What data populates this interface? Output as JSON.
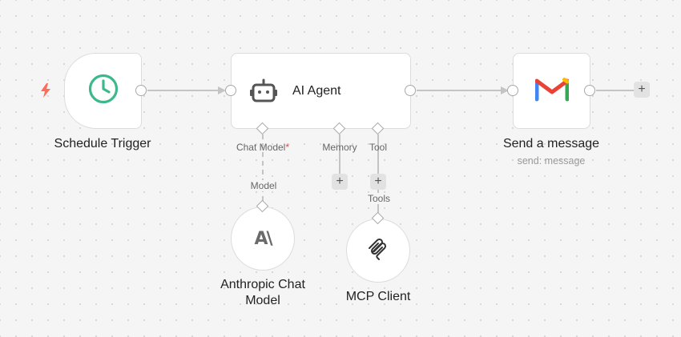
{
  "nodes": {
    "schedule_trigger": {
      "label": "Schedule Trigger"
    },
    "ai_agent": {
      "label": "AI Agent",
      "inputs": {
        "chat_model": "Chat Model",
        "required_mark": "*",
        "memory": "Memory",
        "tool": "Tool"
      }
    },
    "send_message": {
      "label": "Send a message",
      "subtitle": "send: message"
    },
    "anthropic": {
      "label_line1": "Anthropic Chat",
      "label_line2": "Model",
      "port_label": "Model",
      "logo_text": "A\\"
    },
    "mcp_client": {
      "label": "MCP Client",
      "port_label": "Tools"
    }
  },
  "controls": {
    "add_symbol": "+"
  },
  "colors": {
    "trigger_bolt": "#ff6d5a",
    "clock": "#3db88b",
    "gmail_red": "#ea4335",
    "gmail_blue": "#4285f4",
    "gmail_green": "#34a853",
    "gmail_yellow": "#fbbc04"
  }
}
